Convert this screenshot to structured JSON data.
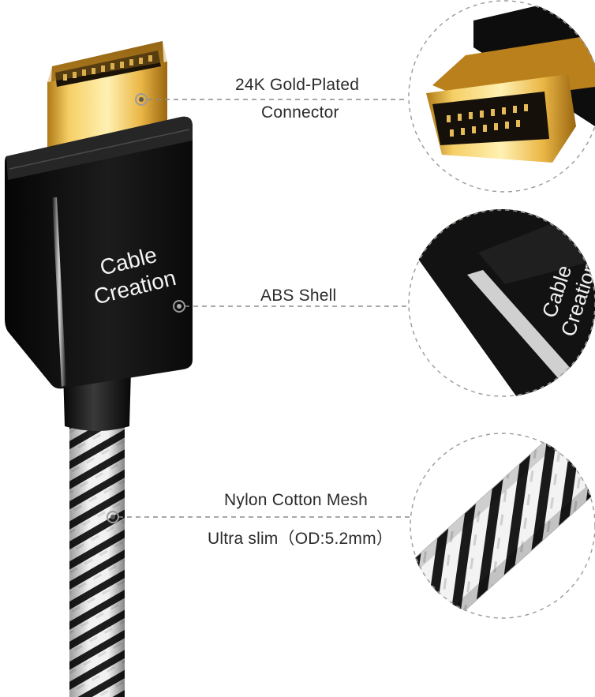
{
  "brand": {
    "line1": "Cable",
    "line2": "Creation"
  },
  "callouts": {
    "connector": {
      "line1": "24K Gold-Plated",
      "line2": "Connector"
    },
    "shell": {
      "line1": "ABS Shell"
    },
    "mesh": {
      "line1": "Nylon Cotton Mesh",
      "line2": "Ultra slim（OD:5.2mm）"
    }
  },
  "colors": {
    "gold": "#e9b23a",
    "shell_black": "#141414",
    "braid_white": "#f1f1f1",
    "braid_black": "#1d1d1d",
    "dashed_line": "#8c8c8c"
  }
}
